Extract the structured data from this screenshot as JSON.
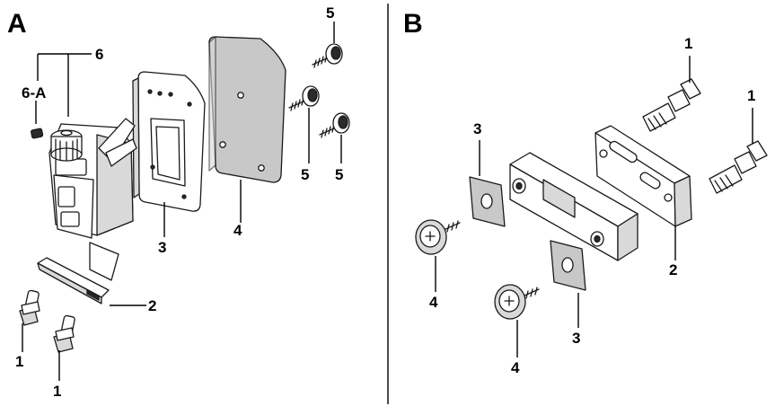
{
  "panels": {
    "a": {
      "title": "A"
    },
    "b": {
      "title": "B"
    }
  },
  "callouts_a": {
    "n1a": "1",
    "n1b": "1",
    "n2": "2",
    "n3": "3",
    "n4": "4",
    "n5a": "5",
    "n5b": "5",
    "n5c": "5",
    "n6": "6",
    "n6a": "6-A"
  },
  "callouts_b": {
    "n1a": "1",
    "n1b": "1",
    "n2": "2",
    "n3a": "3",
    "n3b": "3",
    "n4a": "4",
    "n4b": "4"
  },
  "colors": {
    "line": "#1a1a1a",
    "part_fill": "#ffffff",
    "gasket_fill": "#c8c8c8",
    "shade_fill": "#d9d9d9",
    "divider": "#000000"
  }
}
